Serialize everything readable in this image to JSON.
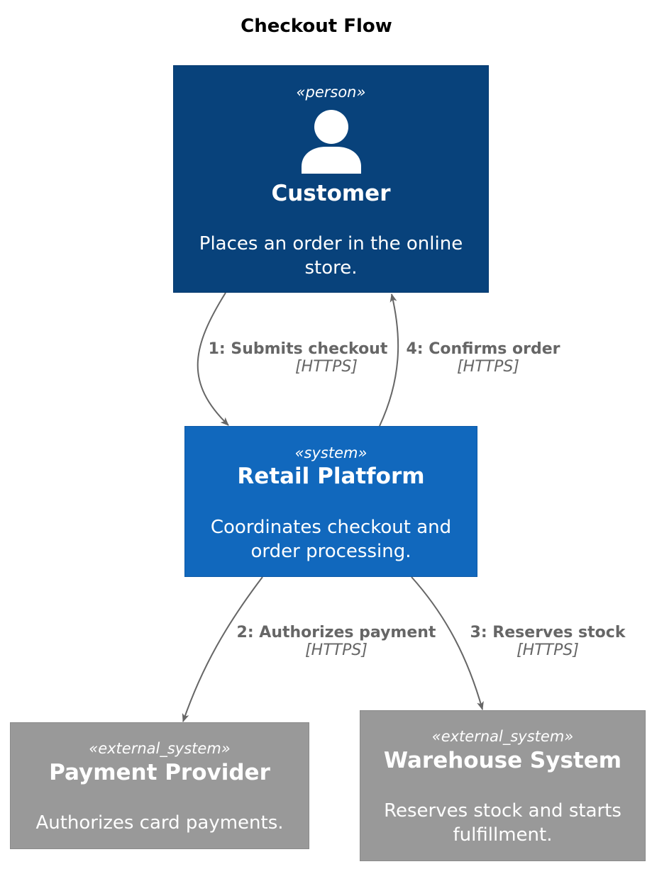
{
  "title": "Checkout Flow",
  "colors": {
    "person": "#08427b",
    "system": "#1168bd",
    "external_system": "#999999",
    "edge": "#666666"
  },
  "nodes": {
    "customer": {
      "stereotype": "«person»",
      "icon": "person-icon",
      "name": "Customer",
      "description": "Places an order in the online store."
    },
    "retail": {
      "stereotype": "«system»",
      "name": "Retail Platform",
      "description": "Coordinates checkout and order processing."
    },
    "payment": {
      "stereotype": "«external_system»",
      "name": "Payment Provider",
      "description": "Authorizes card payments."
    },
    "warehouse": {
      "stereotype": "«external_system»",
      "name": "Warehouse System",
      "description": "Reserves stock and starts fulfillment."
    }
  },
  "edges": [
    {
      "label": "1: Submits checkout",
      "protocol": "[HTTPS]"
    },
    {
      "label": "2: Authorizes payment",
      "protocol": "[HTTPS]"
    },
    {
      "label": "3: Reserves stock",
      "protocol": "[HTTPS]"
    },
    {
      "label": "4: Confirms order",
      "protocol": "[HTTPS]"
    }
  ]
}
